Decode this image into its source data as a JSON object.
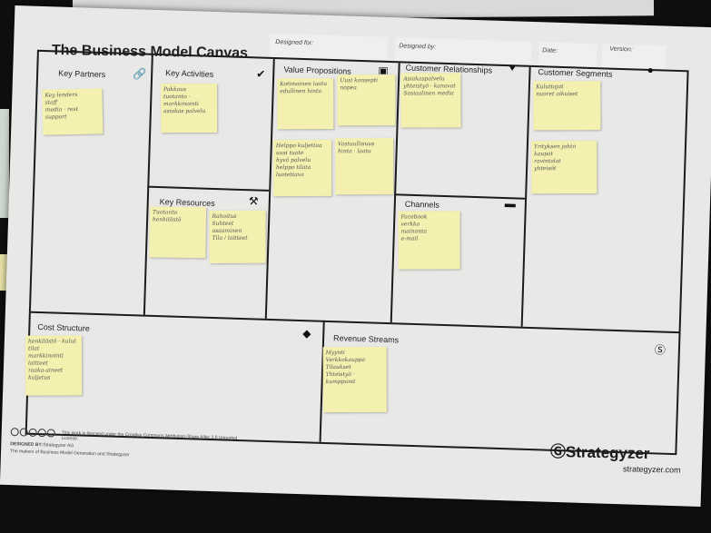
{
  "header": {
    "designed_for": "Designed for:",
    "designed_by": "Designed by:",
    "date": "Date:",
    "version": "Version:"
  },
  "title": "The Business Model Canvas",
  "blocks": {
    "key_partners": "Key Partners",
    "key_activities": "Key Activities",
    "key_resources": "Key Resources",
    "value_propositions": "Value Propositions",
    "customer_relationships": "Customer Relationships",
    "channels": "Channels",
    "customer_segments": "Customer Segments",
    "cost_structure": "Cost Structure",
    "revenue_streams": "Revenue Streams"
  },
  "icons": {
    "key_partners": "link-icon",
    "key_activities": "check-icon",
    "key_resources": "factory-icon",
    "value_propositions": "gift-icon",
    "customer_relationships": "heart-icon",
    "channels": "truck-icon",
    "customer_segments": "face-icon",
    "cost_structure": "tag-icon",
    "revenue_streams": "money-bag-icon"
  },
  "notes": {
    "kp1": "Key lenders\nstaff\nmedia · rest\nsupport",
    "ka1": "Pakkaus\ntuotanto · markkinointi\nasiakas palvelu",
    "kr1": "Tuotanto\nhenkilöstö",
    "kr2": "Rahoitus\nSuhteet\nosaaminen\nTila / laitteet",
    "vp1": "Kotimainen laatu\nedullinen hinta",
    "vp2": "Uusi konsepti\nnopea",
    "vp3": "Helppo kuljettaa\nuusi tuote\nhyvä palvelu\nhelppo tilata\nluotettava",
    "vp4": "Vastuullisuus\nhinta · laatu",
    "cr1": "Asiakaspalvelu\nyhteistyö · kanavat\nSosiaalinen media",
    "ch1": "Facebook\nverkko\nmainonta\ne-mail",
    "cs1": "Kuluttajat\nnuoret aikuiset",
    "cs2": "Yrityksen johto\nkaupat\nravintolat\nyhteisöt",
    "cost1": "henkilöstö · kulut\ntilat\nmarkkinointi\nlaitteet\nraaka-aineet\nkuljetus",
    "rev1": "Myynti\nVerkkokauppa\nTilaukset\nYhteistyö · kumppanit"
  },
  "footer": {
    "license": "This work is licensed under the Creative Commons Attribution-Share Alike 3.0 Unported License.",
    "designed_by_label": "DESIGNED BY:",
    "designer": "Strategyzer AG",
    "tagline": "The makers of Business Model Generation and Strategyzer",
    "brand": "Strategyzer",
    "brand_url": "strategyzer.com"
  }
}
